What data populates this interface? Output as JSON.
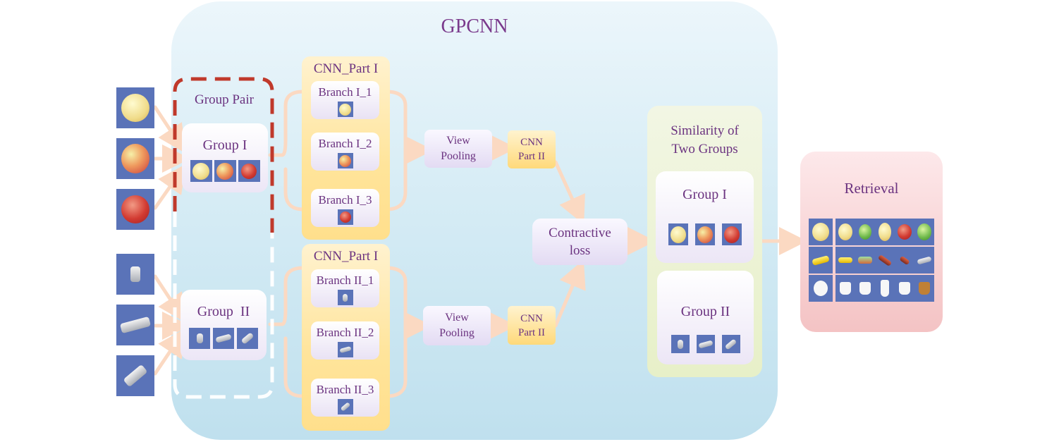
{
  "title": "GPCNN",
  "group_pair_label": "Group Pair",
  "groups": {
    "group1_label": "Group I",
    "group2_label": "Group  II"
  },
  "cnn_part1": {
    "top_label": "CNN_Part I",
    "bottom_label": "CNN_Part I",
    "branches_top": [
      "Branch I_1",
      "Branch I_2",
      "Branch I_3"
    ],
    "branches_bottom": [
      "Branch II_1",
      "Branch II_2",
      "Branch II_3"
    ]
  },
  "view_pooling": {
    "top": "View\nPooling",
    "bottom": "View\nPooling"
  },
  "cnn_part2": {
    "top": "CNN\nPart II",
    "bottom": "CNN\nPart II"
  },
  "loss": {
    "label": "Contractive\nloss"
  },
  "similarity": {
    "title": "Similarity of\nTwo Groups",
    "group1_label": "Group I",
    "group2_label": "Group II"
  },
  "retrieval": {
    "title": "Retrieval"
  },
  "colors": {
    "text": "#6b3380",
    "arrow": "#fbd9c2",
    "dashed_red": "#c0392b",
    "dashed_white": "#ffffff",
    "thumb_bg": "#5a73b8"
  },
  "icons": [
    "apple-image",
    "car-image",
    "mug-image"
  ]
}
